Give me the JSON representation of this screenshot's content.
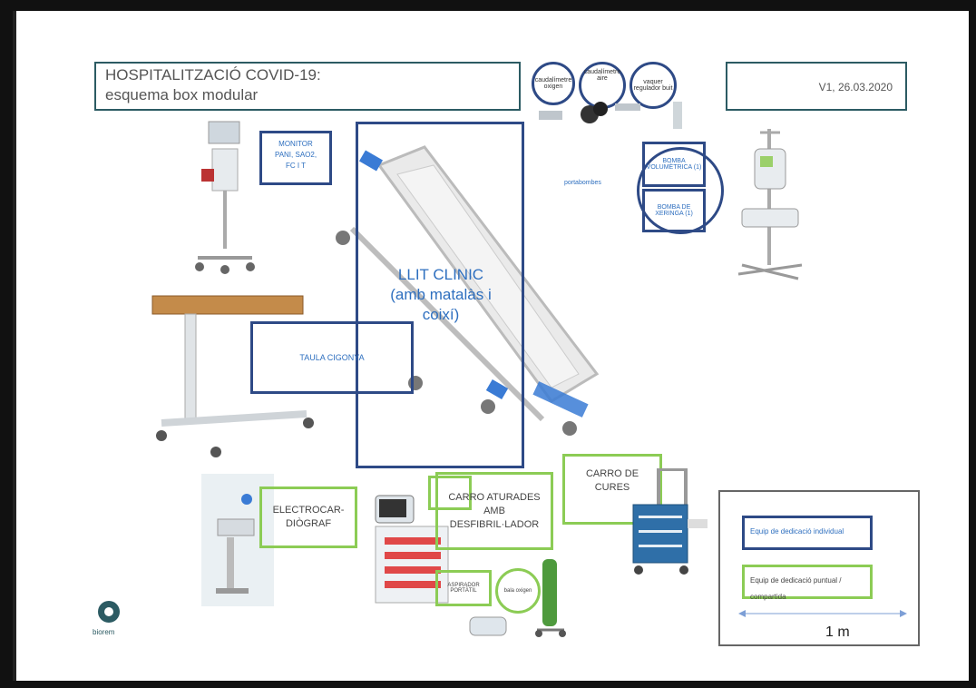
{
  "title": {
    "line1": "HOSPITALITZACIÓ COVID-19:",
    "line2": "esquema box modular"
  },
  "version": "V1, 26.03.2020",
  "labels": {
    "monitor": [
      "MONITOR",
      "PANI, SAO2,",
      "FC I T"
    ],
    "llit": [
      "LLIT CLINIC",
      "(amb matalàs i",
      "coixí)"
    ],
    "taula": "TAULA CIGONYA",
    "caudalimetre_oxigen": "caudalímetre oxigen",
    "caudalimetre_aire": "caudalímetre aire",
    "vaquer": "vaquer regulador buit",
    "portabombes": "portabombes",
    "bomba_volumetrica": "BOMBA VOLUMÈTRICA (1)",
    "bomba_xeringa": "BOMBA DE XERINGA (1)",
    "electrocardiograf": [
      "ELECTROCAR-",
      "DIÒGRAF"
    ],
    "carro_aturades": [
      "CARRO ATURADES",
      "AMB",
      "DESFIBRIL·LADOR"
    ],
    "carro_cures": [
      "CARRO DE",
      "CURES"
    ],
    "aspirador": "ASPIRADOR PORTÀTIL",
    "bala_oxigen": "bala oxigen"
  },
  "legend": {
    "individual": "Equip de dedicació individual",
    "compartida": "Equip de dedicació puntual / compartida",
    "scale": "1 m"
  },
  "logo_text": "biorem",
  "colors": {
    "individual_border": "#2e4a86",
    "shared_border": "#8ccc55",
    "label_text": "#2e6fbf",
    "title_border": "#2c5b63"
  }
}
